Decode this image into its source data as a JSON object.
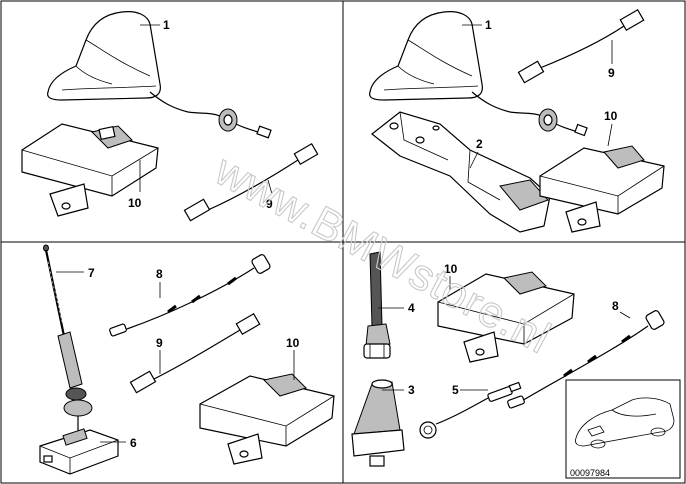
{
  "watermark": "www.BMWstore.nl",
  "catalog_code": "00097984",
  "panels": [
    {
      "name": "top-left",
      "labels": [
        "1",
        "10",
        "9"
      ]
    },
    {
      "name": "top-right",
      "labels": [
        "1",
        "9",
        "10",
        "2"
      ]
    },
    {
      "name": "bottom-left",
      "labels": [
        "7",
        "8",
        "9",
        "10",
        "6"
      ]
    },
    {
      "name": "bottom-right",
      "labels": [
        "10",
        "4",
        "8",
        "3",
        "5"
      ]
    }
  ]
}
